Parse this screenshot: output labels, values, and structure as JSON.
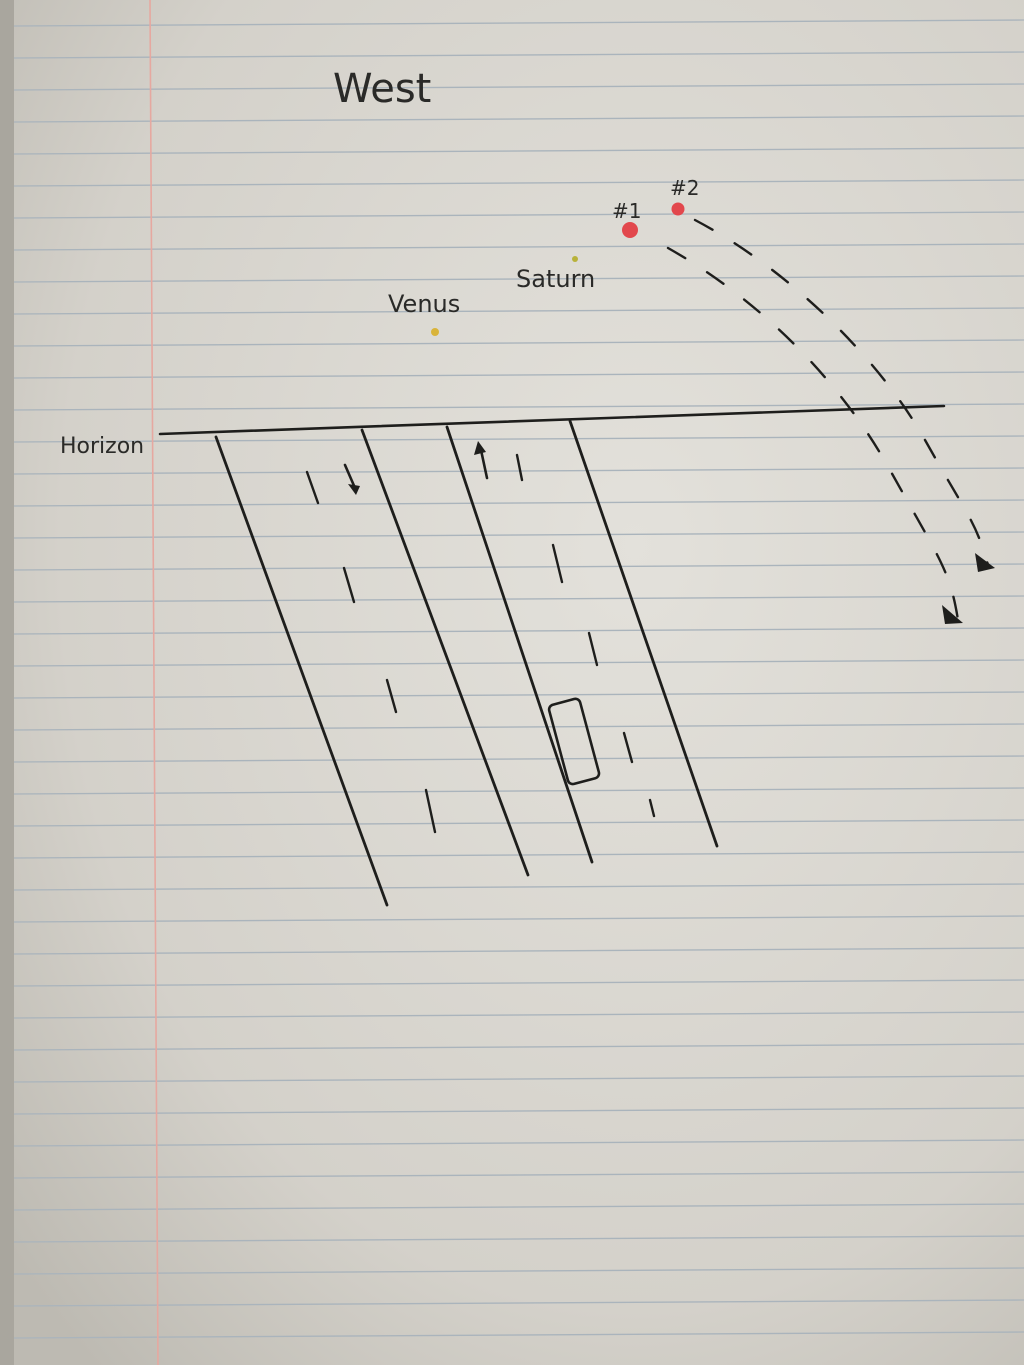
{
  "sketch": {
    "heading": "West",
    "horizon_label": "Horizon",
    "planets": [
      {
        "name": "Venus",
        "color": "#d9b43a"
      },
      {
        "name": "Saturn",
        "color": "#b8b23a"
      }
    ],
    "objects": [
      {
        "label": "#1",
        "color": "#e2474c"
      },
      {
        "label": "#2",
        "color": "#e2474c"
      }
    ],
    "road": {
      "lanes": 4,
      "directions": [
        "down",
        "up"
      ]
    }
  },
  "colors": {
    "paper": "#dcdad4",
    "rule_line": "#aab4bc",
    "margin_line": "#e6a8a0",
    "ink": "#1e1e1c"
  }
}
